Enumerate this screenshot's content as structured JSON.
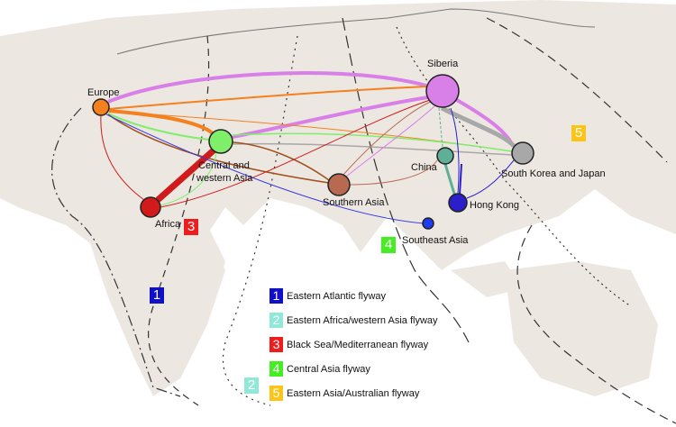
{
  "nodes": {
    "siberia": {
      "label": "Siberia",
      "color": "#d97fe8"
    },
    "europe": {
      "label": "Europe",
      "color": "#f5801e"
    },
    "central_western_asia": {
      "label_line1": "Central and",
      "label_line2": "western Asia",
      "color": "#7fef6a"
    },
    "africa": {
      "label": "Africa",
      "color": "#d11a1a"
    },
    "southern_asia": {
      "label": "Southern Asia",
      "color": "#b86a50"
    },
    "china": {
      "label": "China",
      "color": "#5fae96"
    },
    "hong_kong": {
      "label": "Hong Kong",
      "color": "#2a1fc8"
    },
    "southeast_asia": {
      "label": "Southeast Asia",
      "color": "#1a3ef0"
    },
    "south_korea_japan": {
      "label": "South Korea and Japan",
      "color": "#a8a8a8"
    }
  },
  "flyways": [
    {
      "num": "1",
      "label": "Eastern Atlantic flyway",
      "color": "#1010c8"
    },
    {
      "num": "2",
      "label": "Eastern Africa/western Asia flyway",
      "color": "#8fe8d8"
    },
    {
      "num": "3",
      "label": "Black Sea/Mediterranean flyway",
      "color": "#ee1c1c"
    },
    {
      "num": "4",
      "label": "Central Asia flyway",
      "color": "#44ee22"
    },
    {
      "num": "5",
      "label": "Eastern Asia/Australian flyway",
      "color": "#fcc419"
    }
  ]
}
